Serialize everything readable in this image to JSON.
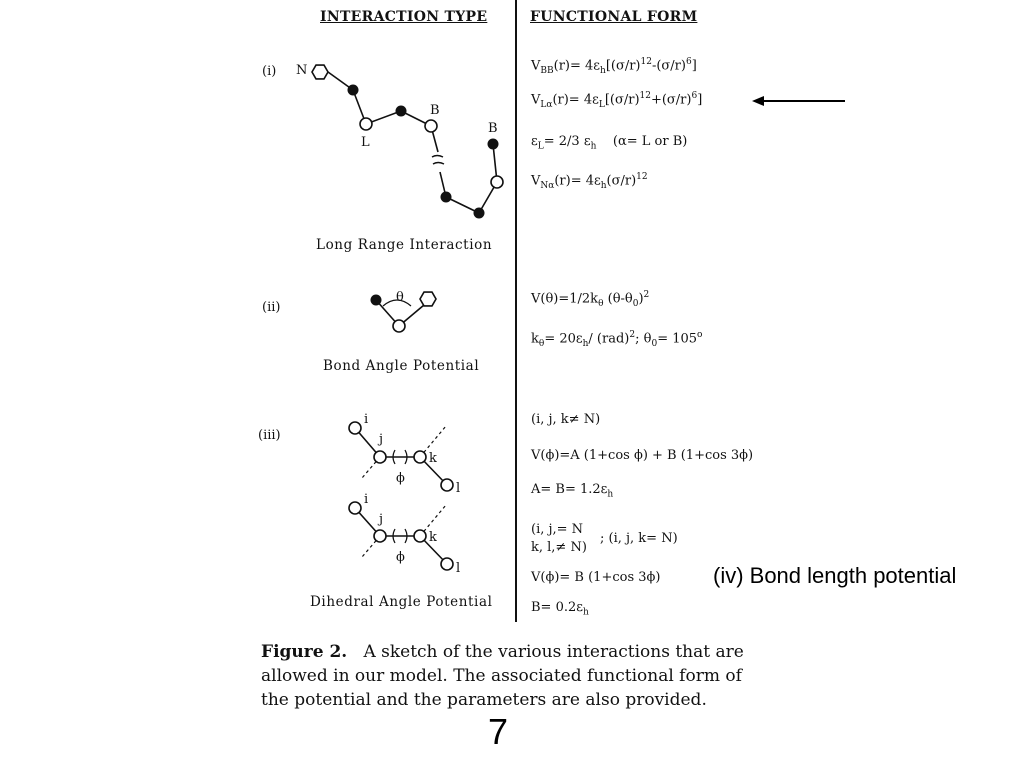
{
  "headers": {
    "interaction_type": "INTERACTION TYPE",
    "functional_form": "FUNCTIONAL FORM"
  },
  "section_i": {
    "roman": "(i)",
    "labels": {
      "n": "N",
      "l": "L",
      "b1": "B",
      "b2": "B"
    },
    "caption": "Long Range Interaction",
    "eq1": {
      "main": "V",
      "sub": "BB",
      "rest": "(r)= 4ε",
      "sub2": "h",
      "tail": "[(σ/r)",
      "sup1": "12",
      "mid": "-(σ/r)",
      "sup2": "6",
      "end": "]"
    },
    "eq2": {
      "main": "V",
      "sub": "Lα",
      "rest": "(r)= 4ε",
      "sub2": "L",
      "tail": "[(σ/r)",
      "sup1": "12",
      "mid": "+(σ/r)",
      "sup2": "6",
      "end": "]"
    },
    "eq3": {
      "main": "ε",
      "sub": "L",
      "rest": "= 2/3 ε",
      "sub2": "h",
      "tail": "    (α= L or B)"
    },
    "eq4": {
      "main": "V",
      "sub": "Nα",
      "rest": "(r)= 4ε",
      "sub2": "h",
      "tail": "(σ/r)",
      "sup1": "12"
    }
  },
  "section_ii": {
    "roman": "(ii)",
    "theta": "θ",
    "caption": "Bond Angle Potential",
    "eq1": {
      "main": "V(θ)=1/2k",
      "sub": "θ",
      "rest": " (θ-θ",
      "sub2": "0",
      "tail": ")",
      "sup1": "2"
    },
    "eq2": {
      "main": "k",
      "sub": "θ",
      "rest": "= 20ε",
      "sub2": "h",
      "tail": "/ (rad)",
      "sup1": "2",
      "mid": "; θ",
      "sub3": "0",
      "end": "= 105",
      "sup2": "o"
    }
  },
  "section_iii": {
    "roman": "(iii)",
    "labels": {
      "i": "i",
      "j": "j",
      "k": "k",
      "l": "l",
      "phi": "ϕ"
    },
    "caption": "Dihedral Angle Potential",
    "cond1": "(i, j, k≠ N)",
    "eq1": "V(ϕ)=A (1+cos ϕ) + B (1+cos 3ϕ)",
    "eq2": {
      "main": "A= B= 1.2ε",
      "sub": "h"
    },
    "cond2a": "(i, j,= N",
    "cond2b": "k, l,≠ N)",
    "cond2c": "; (i, j, k= N)",
    "eq3": "V(ϕ)= B (1+cos 3ϕ)",
    "eq4": {
      "main": "B= 0.2ε",
      "sub": "h"
    }
  },
  "figure_caption": {
    "label": "Figure 2.",
    "text": "A sketch of the various interactions that are allowed in our model. The associated functional form of the potential and the parameters are also provided."
  },
  "annotation": "(iv) Bond length potential",
  "page_number": "7"
}
